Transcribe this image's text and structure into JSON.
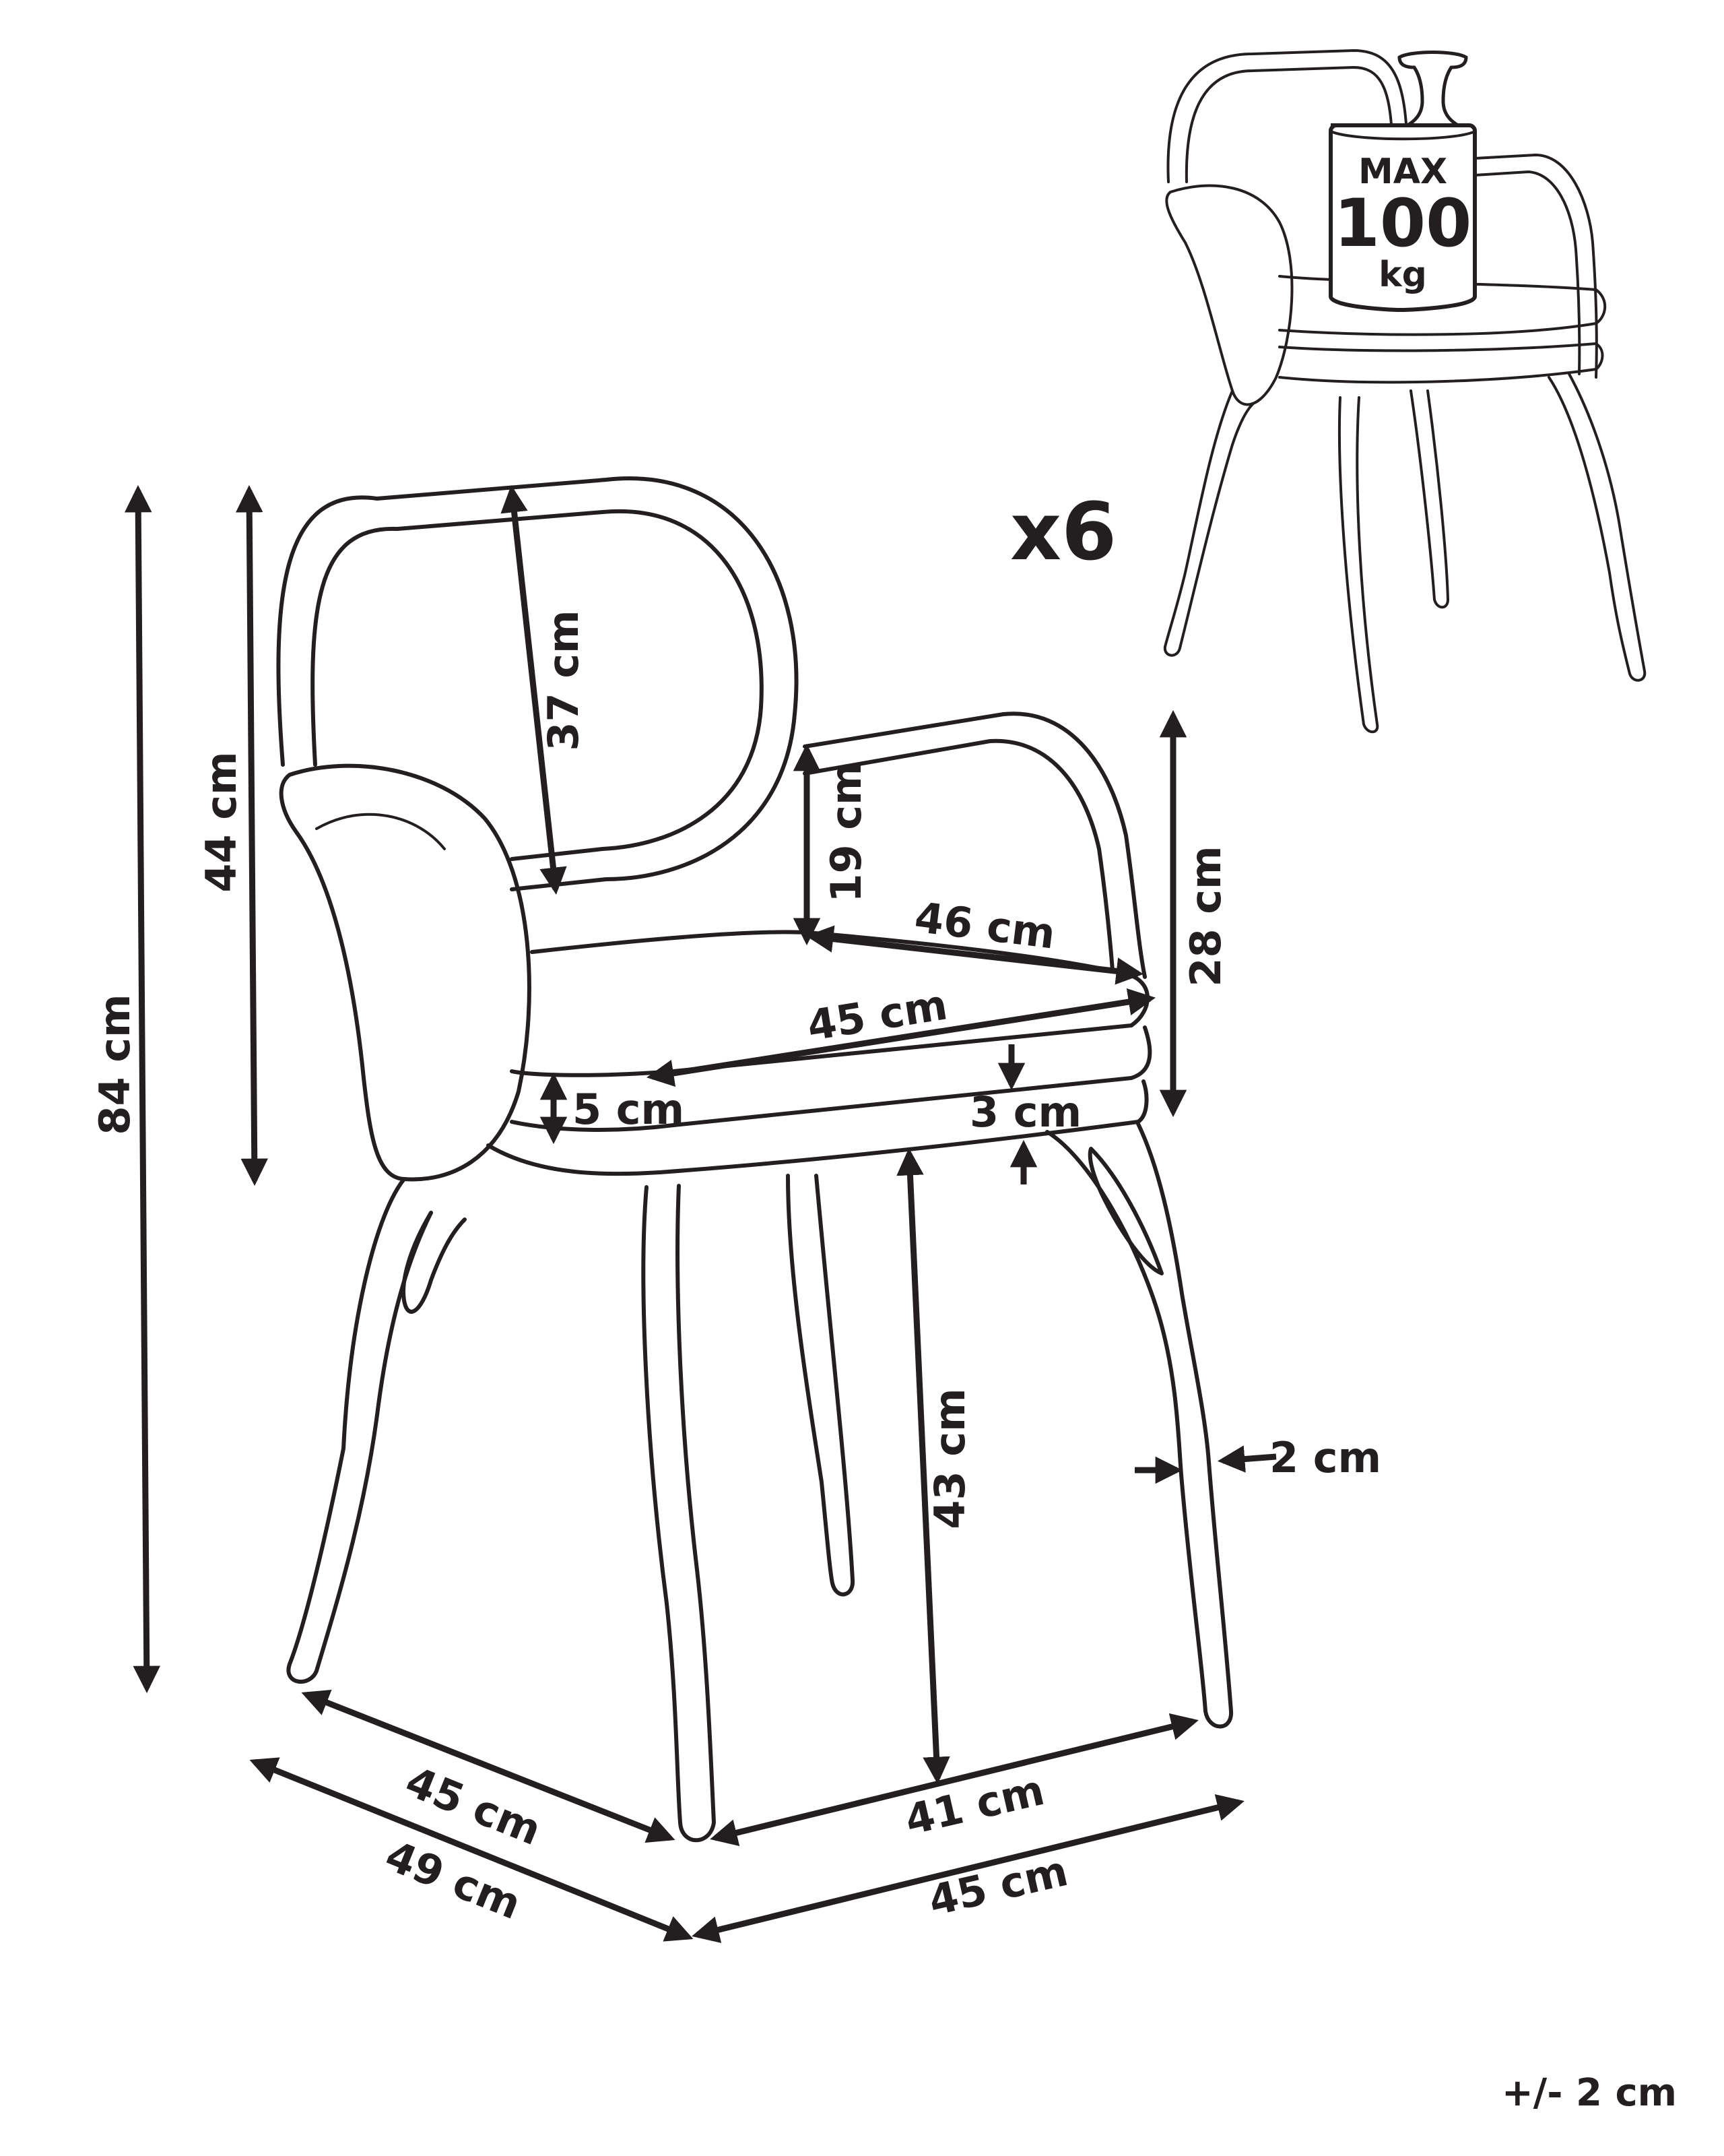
{
  "quantity_label": "x6",
  "max_load": {
    "line1": "MAX",
    "line2": "100",
    "line3": "kg"
  },
  "tolerance": "+/- 2 cm",
  "dimensions": {
    "total_height": "84 cm",
    "back_height": "44 cm",
    "backrest_height": "37 cm",
    "armrest_gap": "19 cm",
    "armrest_height": "28 cm",
    "seat_width_diag": "46 cm",
    "seat_width": "45 cm",
    "cushion_thickness": "5 cm",
    "seat_gap": "3 cm",
    "seat_height": "43 cm",
    "leg_thickness": "2 cm",
    "base_depth": "45 cm",
    "total_depth": "49 cm",
    "base_width": "41 cm",
    "total_width": "45 cm"
  }
}
